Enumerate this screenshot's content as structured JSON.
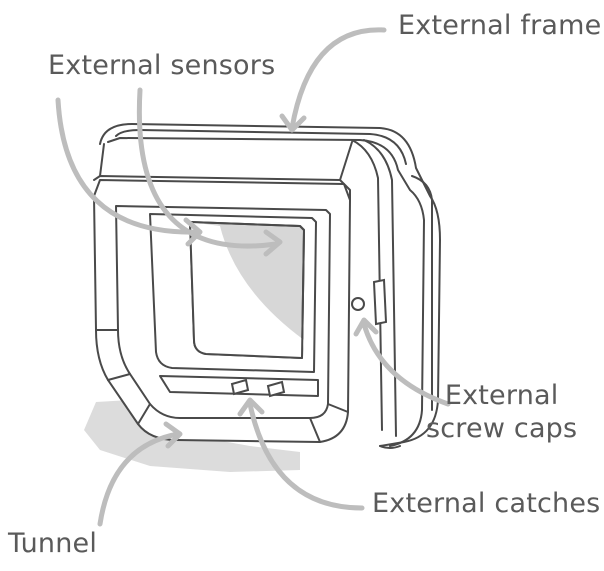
{
  "labels": {
    "external_frame": "External frame",
    "external_sensors": "External sensors",
    "external_screw_caps_line1": "External",
    "external_screw_caps_line2": "screw caps",
    "external_catches": "External catches",
    "tunnel": "Tunnel"
  },
  "colors": {
    "outline": "#4a4a4a",
    "arrow": "#bdbdbd",
    "label_text": "#5a5a5a",
    "flap_fill": "#d7d7d7",
    "shadow_fill": "#dcdcdc"
  }
}
